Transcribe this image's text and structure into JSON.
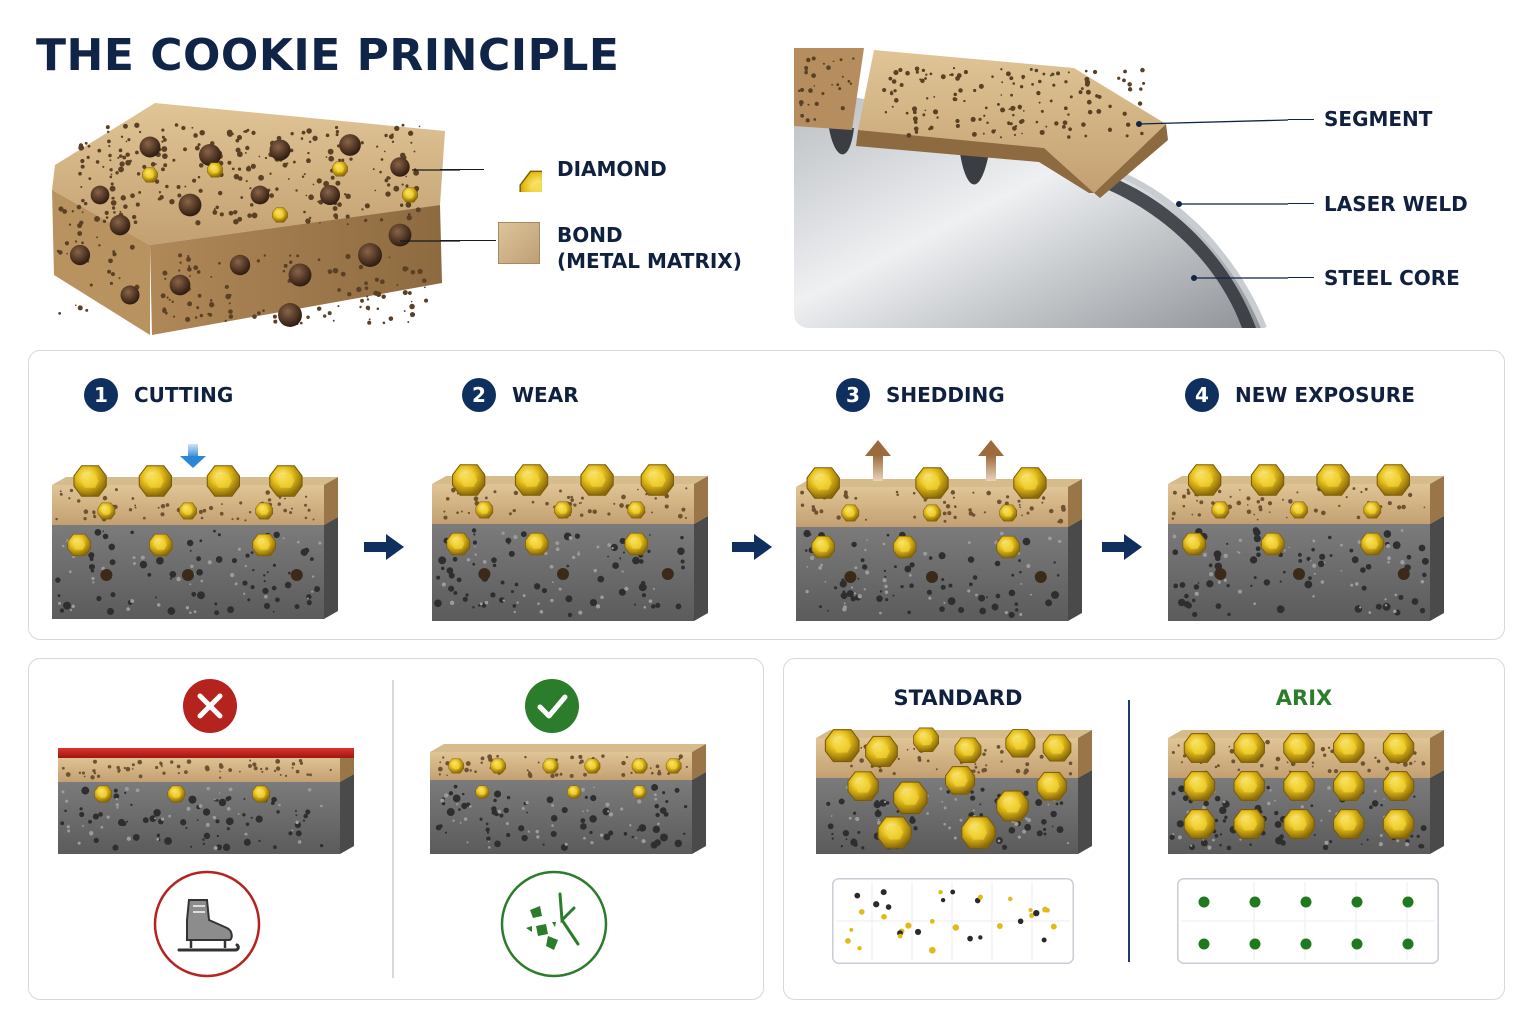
{
  "title": "THE COOKIE PRINCIPLE",
  "legend": {
    "diamond": "DIAMOND",
    "bond_line1": "BOND",
    "bond_line2": "(METAL MATRIX)"
  },
  "blade_callouts": {
    "segment": "SEGMENT",
    "laser_weld": "LASER WELD",
    "steel_core": "STEEL CORE"
  },
  "steps": [
    {
      "number": "1",
      "label": "CUTTING"
    },
    {
      "number": "2",
      "label": "WEAR"
    },
    {
      "number": "3",
      "label": "SHEDDING"
    },
    {
      "number": "4",
      "label": "NEW EXPOSURE"
    }
  ],
  "comparison": {
    "standard": "STANDARD",
    "arix": "ARIX"
  },
  "icons": {
    "bad": "x-circle-icon",
    "good": "check-circle-icon",
    "skate": "ice-skate-icon",
    "chips": "cutting-chips-icon",
    "arrow": "arrow-right-icon"
  },
  "colors": {
    "navy": "#0f2f5e",
    "diamond": "#e3b915",
    "bond": "#c8a97c",
    "concrete": "#6e6e6e",
    "bad": "#b5231f",
    "good": "#2b7d2b",
    "arix_dot": "#1f7a1f"
  }
}
